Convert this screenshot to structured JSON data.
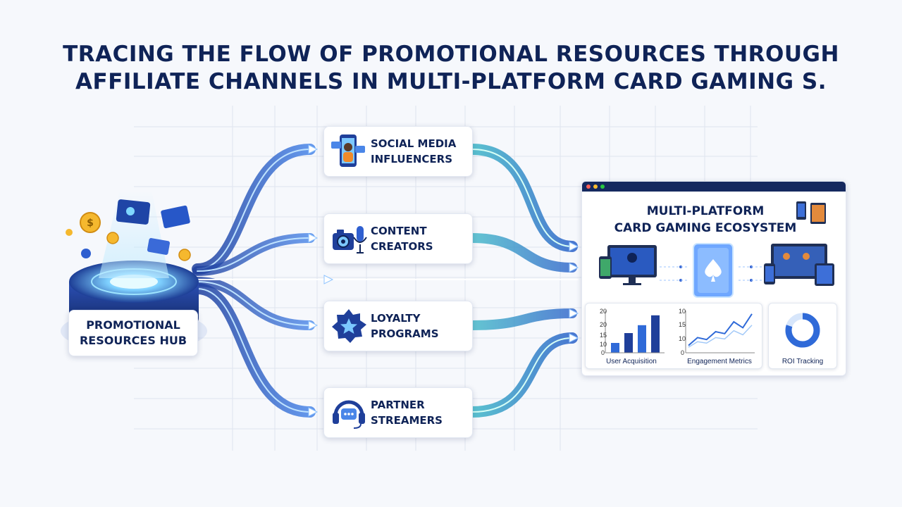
{
  "title": {
    "line1": "TRACING THE FLOW OF PROMOTIONAL RESOURCES THROUGH",
    "line2": "AFFILIATE CHANNELS IN MULTI-PLATFORM CARD GAMING S."
  },
  "hub": {
    "line1": "PROMOTIONAL",
    "line2": "RESOURCES HUB"
  },
  "channels": [
    {
      "line1": "SOCIAL MEDIA",
      "line2": "INFLUENCERS",
      "icon": "influencer-phone-icon"
    },
    {
      "line1": "CONTENT",
      "line2": "CREATORS",
      "icon": "camera-microphone-icon"
    },
    {
      "line1": "LOYALTY",
      "line2": "PROGRAMS",
      "icon": "star-badge-icon"
    },
    {
      "line1": "PARTNER",
      "line2": "STREAMERS",
      "icon": "headset-chat-icon"
    }
  ],
  "ecosystem": {
    "line1": "MULTI-PLATFORM",
    "line2": "CARD GAMING ECOSYSTEM",
    "center_icon": "spade-card-icon",
    "charts": [
      {
        "label": "User Acquisition",
        "ticks": [
          "20",
          "20",
          "15",
          "10",
          "0"
        ],
        "bars": [
          0.25,
          0.5,
          0.7,
          0.95
        ]
      },
      {
        "label": "Engagement Metrics",
        "ticks": [
          "10",
          "15",
          "10",
          "0"
        ],
        "line": [
          0.15,
          0.35,
          0.3,
          0.5,
          0.45,
          0.75,
          0.6,
          0.95
        ]
      },
      {
        "label": "ROI Tracking",
        "donut": 0.8
      }
    ]
  },
  "colors": {
    "navy": "#0f2357",
    "blue": "#2f5fd0",
    "teal": "#3cc9b4",
    "cyan": "#5fc9f0"
  }
}
